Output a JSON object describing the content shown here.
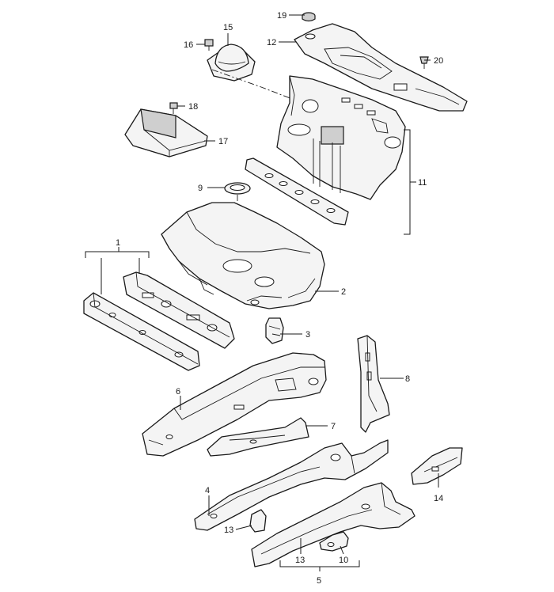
{
  "callouts": {
    "c1": "1",
    "c2": "2",
    "c3": "3",
    "c4": "4",
    "c5": "5",
    "c6": "6",
    "c7": "7",
    "c8": "8",
    "c9": "9",
    "c10": "10",
    "c11": "11",
    "c12": "12",
    "c13a": "13",
    "c13b": "13",
    "c14": "14",
    "c15": "15",
    "c16": "16",
    "c17": "17",
    "c18": "18",
    "c19": "19",
    "c20": "20"
  },
  "colors": {
    "line": "#1a1a1a",
    "fill": "#f4f4f4",
    "shade": "#cfcfcf",
    "background": "#ffffff"
  }
}
